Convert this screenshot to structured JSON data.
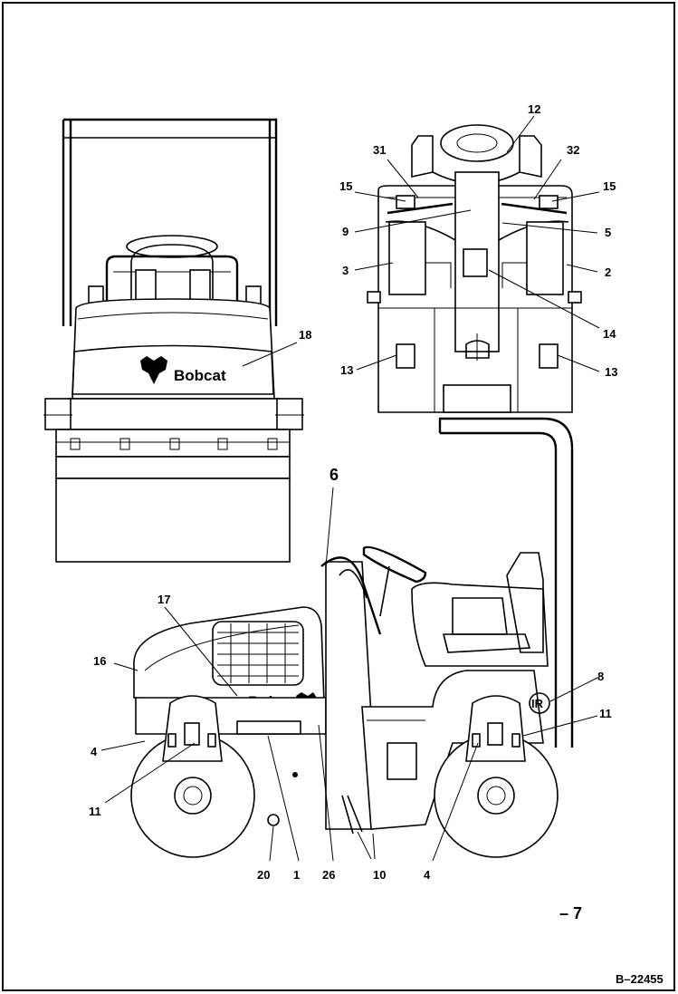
{
  "callouts": {
    "c1": "1",
    "c2": "2",
    "c3": "3",
    "c4a": "4",
    "c4b": "4",
    "c5": "5",
    "c6": "6",
    "c8": "8",
    "c9": "9",
    "c10": "10",
    "c11a": "11",
    "c11b": "11",
    "c12": "12",
    "c13a": "13",
    "c13b": "13",
    "c14": "14",
    "c15a": "15",
    "c15b": "15",
    "c16": "16",
    "c17": "17",
    "c18": "18",
    "c20": "20",
    "c26": "26",
    "c31": "31",
    "c32": "32"
  },
  "brand": {
    "front": "Bobcat",
    "side": "Bobcat",
    "ir": "IR"
  },
  "page_mark": "– 7",
  "figure_id": "B–22455"
}
